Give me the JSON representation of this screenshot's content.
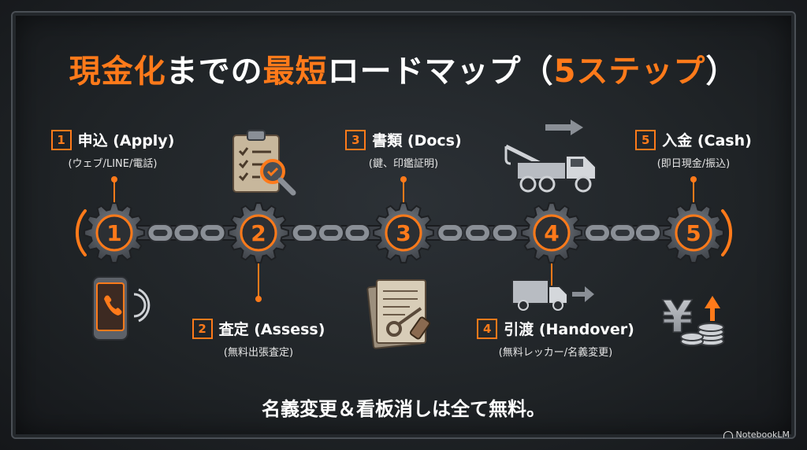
{
  "title": {
    "part1": "現金化",
    "part2": "までの",
    "part3": "最短",
    "part4": "ロードマップ（",
    "part5": "5ステップ",
    "part6": "）"
  },
  "steps": [
    {
      "num": "1",
      "name": "申込 (Apply)",
      "detail": "(ウェブ/LINE/電話)",
      "gear": "1"
    },
    {
      "num": "2",
      "name": "査定 (Assess)",
      "detail": "(無料出張査定)",
      "gear": "2"
    },
    {
      "num": "3",
      "name": "書類 (Docs)",
      "detail": "(鍵、印鑑証明)",
      "gear": "3"
    },
    {
      "num": "4",
      "name": "引渡 (Handover)",
      "detail": "(無料レッカー/名義変更)",
      "gear": "4"
    },
    {
      "num": "5",
      "name": "入金 (Cash)",
      "detail": "(即日現金/振込)",
      "gear": "5"
    }
  ],
  "footer": "名義変更＆看板消しは全て無料。",
  "brand": "NotebookLM",
  "icons": [
    "phone-icon",
    "clipboard-search-icon",
    "documents-key-icon",
    "tow-truck-icon",
    "truck-icon",
    "yen-coins-icon"
  ],
  "colors": {
    "accent": "#ff7a1a",
    "gear": "#5a5f66",
    "chain": "#6b7077",
    "background": "#1f2326"
  }
}
